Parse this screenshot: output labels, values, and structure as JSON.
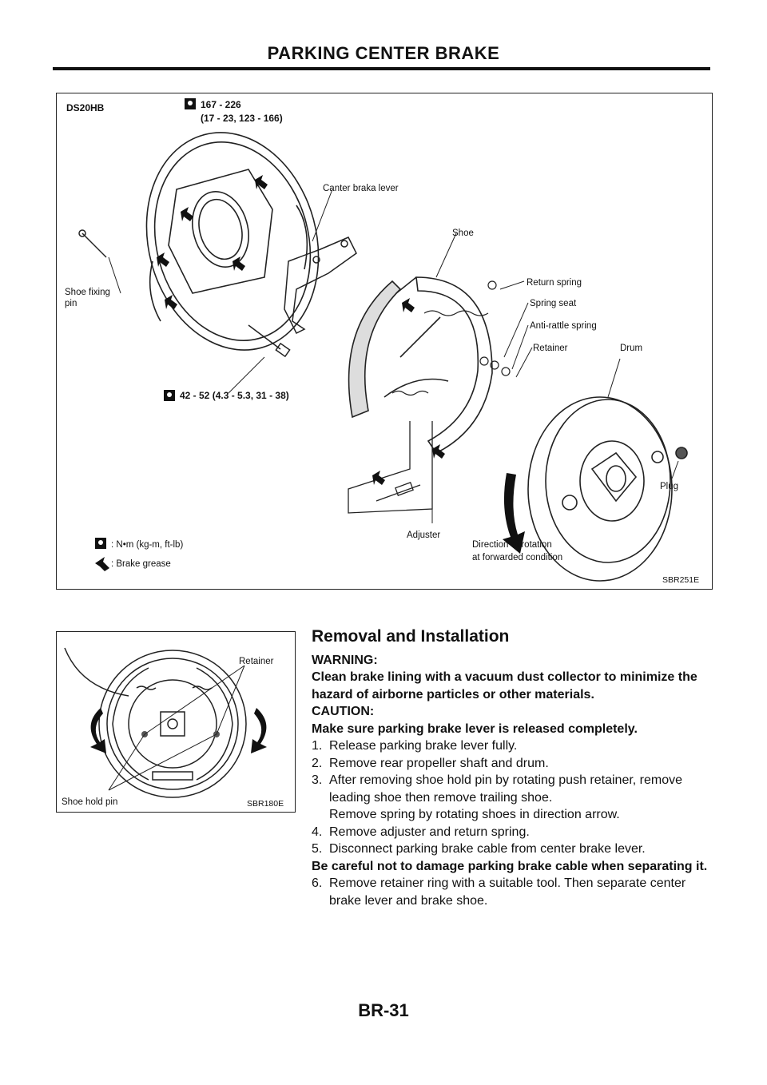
{
  "header": {
    "title": "PARKING CENTER BRAKE"
  },
  "figure1": {
    "model": "DS20HB",
    "torque_top_line1": "167 - 226",
    "torque_top_line2": "(17 - 23, 123 - 166)",
    "torque_bolt": "42 - 52 (4.3 - 5.3, 31 - 38)",
    "labels": {
      "center_lever": "Canter braka lever",
      "shoe": "Shoe",
      "shoe_fixing_1": "Shoe fixing",
      "shoe_fixing_2": "pin",
      "return_spring": "Return spring",
      "spring_seat": "Spring seat",
      "anti_rattle": "Anti-rattle spring",
      "retainer": "Retainer",
      "drum": "Drum",
      "plug": "Plug",
      "adjuster": "Adjuster",
      "direction_1": "Direction of rotation",
      "direction_2": "at forwarded condition"
    },
    "legend": {
      "torque": ": N•m (kg-m, ft-lb)",
      "grease": ": Brake grease"
    },
    "code": "SBR251E"
  },
  "figure2": {
    "retainer": "Retainer",
    "shoe_hold_pin": "Shoe hold pin",
    "code": "SBR180E"
  },
  "section": {
    "title": "Removal and Installation",
    "warning_label": "WARNING:",
    "warning_text": "Clean brake lining with a vacuum dust collector to minimize the hazard of airborne particles or other materials.",
    "caution_label": "CAUTION:",
    "caution_text": "Make sure parking brake lever is released completely.",
    "steps": [
      {
        "num": "1.",
        "text": "Release parking brake lever fully."
      },
      {
        "num": "2.",
        "text": "Remove rear propeller shaft and drum."
      },
      {
        "num": "3.",
        "text": "After removing shoe hold pin by rotating push retainer, remove leading shoe then remove trailing shoe."
      },
      {
        "num": "4.",
        "text": "Remove adjuster and return spring."
      },
      {
        "num": "5.",
        "text": "Disconnect parking brake cable from center brake lever."
      },
      {
        "num": "6.",
        "text": "Remove retainer ring with a suitable tool. Then separate center brake lever and brake shoe."
      }
    ],
    "step3_sub": "Remove spring by rotating shoes in direction arrow.",
    "note5": "Be careful not to damage parking brake cable when separating it."
  },
  "footer": {
    "page": "BR-31"
  }
}
